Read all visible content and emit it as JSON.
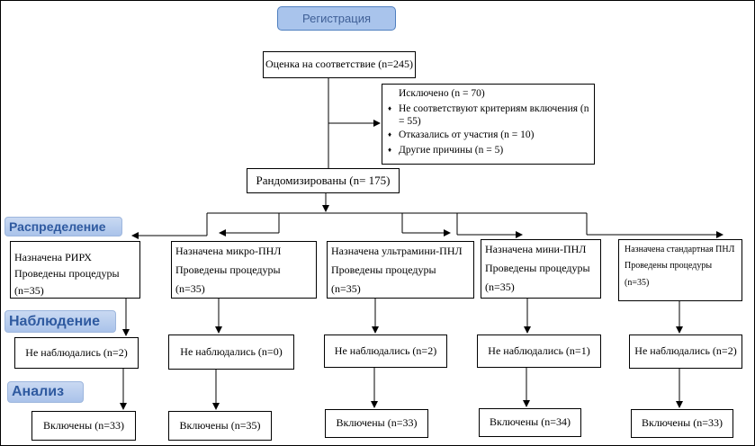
{
  "registration": "Регистрация",
  "assessment": "Оценка на соответствие  (n=245)",
  "excluded": {
    "title": "Исключено (n = 70)",
    "reasons": [
      "Не соответствуют  критериям  включения (n = 55)",
      "Отказались от участия  (n = 10)",
      "Другие причины  (n = 5)"
    ]
  },
  "randomized": "Рандомизированы (n= 175)",
  "stages": {
    "allocation": "Распределение",
    "follow_up": "Наблюдение",
    "analysis": "Анализ"
  },
  "groups": [
    {
      "allocated": "Назначена РИРХ",
      "procedures": "Проведены процедуры",
      "n": "(n=35)",
      "lost": "Не наблюдались  (n=2)",
      "included": "Включены (n=33)"
    },
    {
      "allocated": "Назначена микро-ПНЛ",
      "procedures": "Проведены процедуры",
      "n": "(n=35)",
      "lost": "Не наблюдались  (n=0)",
      "included": "Включены (n=35)"
    },
    {
      "allocated": "Назначена ультрамини-ПНЛ",
      "procedures": "Проведены процедуры",
      "n": "(n=35)",
      "lost": "Не наблюдались  (n=2)",
      "included": "Включены (n=33)"
    },
    {
      "allocated": "Назначена мини-ПНЛ",
      "procedures": "Проведены процедуры",
      "n": "(n=35)",
      "lost": "Не наблюдались  (n=1)",
      "included": "Включены (n=34)"
    },
    {
      "allocated": "Назначена  стандартная  ПНЛ",
      "procedures": "Проведены  процедуры",
      "n": "(n=35)",
      "lost": "Не наблюдались  (n=2)",
      "included": "Включены (n=33)"
    }
  ]
}
